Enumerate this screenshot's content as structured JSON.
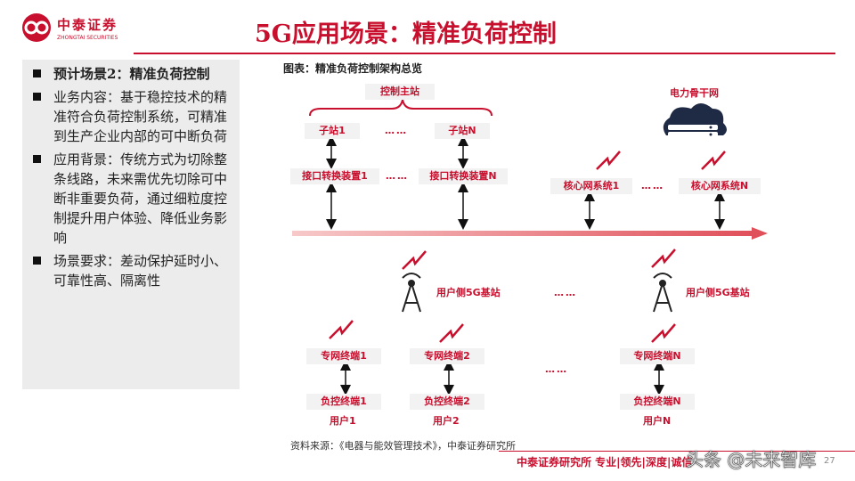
{
  "brand": {
    "name_cn": "中泰证券",
    "name_en": "ZHONGTAI SECURITIES",
    "color": "#c8102e"
  },
  "title": "5G应用场景：精准负荷控制",
  "left_panel": {
    "bullets": [
      "预计场景2：精准负荷控制",
      "业务内容：基于稳控技术的精准符合负荷控制系统，可精准到生产企业内部的可中断负荷",
      "应用背景：传统方式为切除整条线路，未来需优先切除可中断非重要负荷，通过细粒度控制提升用户体验、降低业务影响",
      "场景要求：差动保护延时小、可靠性高、隔离性"
    ]
  },
  "figure": {
    "caption": "图表：精准负荷控制架构总览",
    "control_master": "控制主站",
    "substation_1": "子站1",
    "substation_n": "子站N",
    "interface_1": "接口转换装置1",
    "interface_n": "接口转换装置N",
    "backbone": "电力骨干网",
    "core_1": "核心网系统1",
    "core_n": "核心网系统N",
    "base_station_1": "用户侧5G基站",
    "base_station_2": "用户侧5G基站",
    "terminal_1": "专网终端1",
    "terminal_2": "专网终端2",
    "terminal_n": "专网终端N",
    "load_terminal_1": "负控终端1",
    "load_terminal_2": "负控终端2",
    "load_terminal_n": "负控终端N",
    "user_1": "用户1",
    "user_2": "用户2",
    "user_n": "用户N",
    "ellipsis": "……",
    "ellipsis_long": "……"
  },
  "source": "资料来源：《电器与能效管理技术》，中泰证券研究所",
  "footer": "中泰证券研究所 专业|领先|深度|诚信",
  "watermark": "头条 @未来智库",
  "page_number": "27",
  "icons": [
    "logo-icon",
    "signal-icon",
    "tower-icon",
    "cloud-server-icon"
  ]
}
